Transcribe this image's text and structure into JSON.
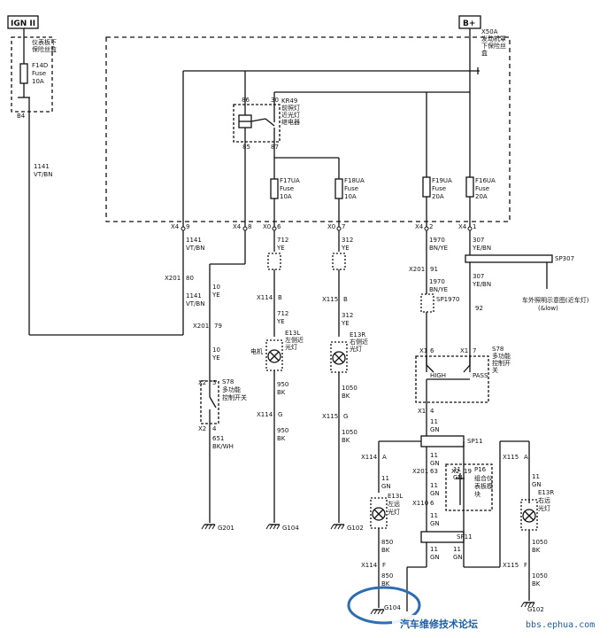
{
  "nodes": {
    "ign": "IGN II",
    "bplus": "B+",
    "x50a": [
      "X50A",
      "发动机罩",
      "下保险丝",
      "盒"
    ],
    "left_box": [
      "仪表板下",
      "保险丝盒"
    ],
    "f14d": [
      "F14D",
      "Fuse",
      "10A"
    ],
    "b4": "B4",
    "wire_1141": [
      "1141",
      "VT/BN"
    ],
    "kr49": [
      "KR49",
      "前照灯",
      "近光灯",
      "继电器"
    ],
    "pin86": "86",
    "pin30": "30",
    "pin85": "85",
    "pin87": "87",
    "f17ua": [
      "F17UA",
      "Fuse",
      "10A"
    ],
    "f18ua": [
      "F18UA",
      "Fuse",
      "10A"
    ],
    "f19ua": [
      "F19UA",
      "Fuse",
      "20A"
    ],
    "f16ua": [
      "F16UA",
      "Fuse",
      "20A"
    ],
    "x4_9": [
      "X4",
      "9"
    ],
    "x4_8": [
      "X4",
      "8"
    ],
    "x0_6": [
      "X0",
      "6"
    ],
    "x0_7": [
      "X0",
      "7"
    ],
    "x4_2": [
      "X4",
      "2"
    ],
    "x4_1": [
      "X4",
      "1"
    ],
    "w1141b": [
      "1141",
      "VT/BN"
    ],
    "w712": [
      "712",
      "YE"
    ],
    "w312": [
      "312",
      "YE"
    ],
    "w1970": [
      "1970",
      "BN/YE"
    ],
    "w307": [
      "307",
      "YE/BN"
    ],
    "sp307": "SP307",
    "x201_80": [
      "X201",
      "80"
    ],
    "x201_91": [
      "X201",
      "91"
    ],
    "x201_92": "92",
    "w10": [
      "10",
      "YE"
    ],
    "w1141c": [
      "1141",
      "VT/BN"
    ],
    "w1970b": [
      "1970",
      "BN/YE"
    ],
    "sp1970": "SP1970",
    "w307b": [
      "307",
      "YE/BN"
    ],
    "lamp_note": [
      "车外照明示意图(近车灯)",
      "(&low)"
    ],
    "x114_b": [
      "X114",
      "B"
    ],
    "x115_b": [
      "X115",
      "B"
    ],
    "w712b": [
      "712",
      "YE"
    ],
    "w312b": [
      "312",
      "YE"
    ],
    "e13l": [
      "E13L",
      "左侧近",
      "光灯"
    ],
    "e13r": [
      "E13R",
      "右侧近",
      "光灯"
    ],
    "dian": "电机",
    "x201_79": [
      "X201",
      "79"
    ],
    "w10b": [
      "10",
      "YE"
    ],
    "s78_left": [
      "S78",
      "多功能",
      "控制开关"
    ],
    "x2_5": [
      "X2",
      "5"
    ],
    "x2_4": [
      "X2",
      "4"
    ],
    "w651": [
      "651",
      "BK/WH"
    ],
    "w950": [
      "950",
      "BK"
    ],
    "w1050": [
      "1050",
      "BK"
    ],
    "x114_g": [
      "X114",
      "G"
    ],
    "x115_g": [
      "X115",
      "G"
    ],
    "w950b": [
      "950",
      "BK"
    ],
    "w1050b": [
      "1050",
      "BK"
    ],
    "s78_right": [
      "S78",
      "多功能",
      "控制开",
      "关"
    ],
    "x1_6": [
      "X1",
      "6"
    ],
    "x1_7": [
      "X1",
      "7"
    ],
    "high": "HIGH",
    "pass": "PASS",
    "x1_4": [
      "X1",
      "4"
    ],
    "w11": [
      "11",
      "GN"
    ],
    "sp11": "SP11",
    "x114_a": [
      "X114",
      "A"
    ],
    "x115_a": [
      "X115",
      "A"
    ],
    "x201_63": [
      "X201",
      "63"
    ],
    "x2_19": [
      "X2",
      "19"
    ],
    "p16": [
      "P16",
      "组合仪",
      "表板模",
      "块"
    ],
    "x110_6": [
      "X110",
      "6"
    ],
    "w11b": [
      "11",
      "GN"
    ],
    "w11c": [
      "11",
      "GN"
    ],
    "w11d": [
      "11",
      "GN"
    ],
    "w11e": [
      "11",
      "GN"
    ],
    "w11f": [
      "11",
      "GN"
    ],
    "w11g": [
      "11",
      "GN"
    ],
    "w11h": [
      "11",
      "GN"
    ],
    "w11i": [
      "11",
      "GN"
    ],
    "e13l_far": [
      "E13L",
      "左远",
      "光灯"
    ],
    "e13r_far": [
      "E13R",
      "右远",
      "光灯"
    ],
    "w850": [
      "850",
      "BK"
    ],
    "w1050c": [
      "1050",
      "BK"
    ],
    "x114_f": [
      "X114",
      "F"
    ],
    "x115_f": [
      "X115",
      "F"
    ],
    "w850b": [
      "850",
      "BK"
    ],
    "w1050d": [
      "1050",
      "BK"
    ],
    "g201": "G201",
    "g104a": "G104",
    "g102a": "G102",
    "g104b": "G104",
    "g102b": "G102",
    "watermark": "汽车维修技术论坛",
    "watermark_url": "bbs.ephua.com"
  },
  "colors": {
    "wire": "#111111",
    "highlight_circle": "#2f6db3",
    "watermark": "#1d5fa8"
  }
}
